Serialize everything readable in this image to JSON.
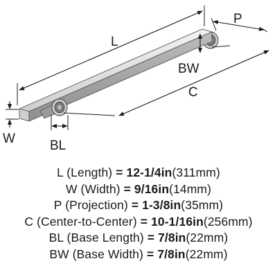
{
  "diagram": {
    "labels": {
      "length": "L",
      "width": "W",
      "projection": "P",
      "center_to_center": "C",
      "base_length": "BL",
      "base_width": "BW"
    }
  },
  "specs": [
    {
      "abbr": "L",
      "name": "Length",
      "eq": "=",
      "value": "12-1/4in",
      "metric": "311mm"
    },
    {
      "abbr": "W",
      "name": "Width",
      "eq": "=",
      "value": "9/16in",
      "metric": "14mm"
    },
    {
      "abbr": "P",
      "name": "Projection",
      "eq": "=",
      "value": "1-3/8in",
      "metric": "35mm"
    },
    {
      "abbr": "C",
      "name": "Center-to-Center",
      "eq": "=",
      "value": "10-1/16in",
      "metric": "256mm"
    },
    {
      "abbr": "BL",
      "name": "Base Length",
      "eq": "=",
      "value": "7/8in",
      "metric": "22mm"
    },
    {
      "abbr": "BW",
      "name": "Base Width",
      "eq": "=",
      "value": "7/8in",
      "metric": "22mm"
    }
  ]
}
